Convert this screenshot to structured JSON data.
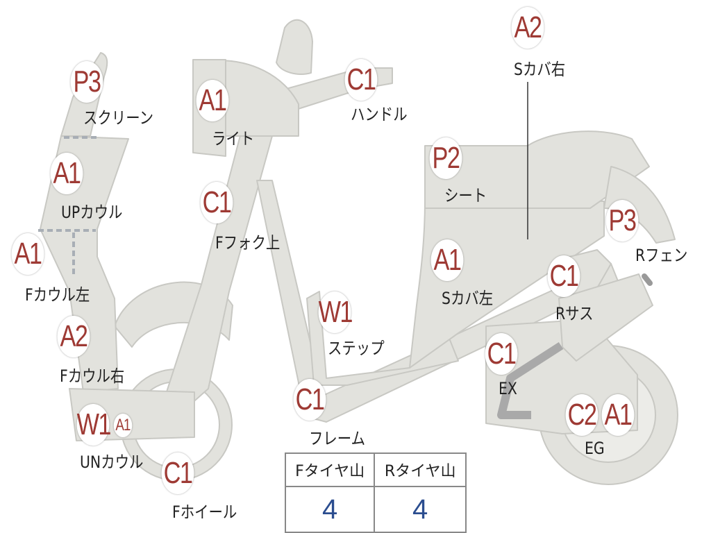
{
  "colors": {
    "body_fill": "#e2e2dd",
    "body_stroke": "#c8c8c3",
    "badge_text": "#9e3a34",
    "label_text": "#222222",
    "tire_value": "#2b4d8f",
    "exhaust": "#a9a9a9"
  },
  "parts": [
    {
      "key": "screen",
      "code": "P3",
      "label": "スクリーン"
    },
    {
      "key": "up_cowl",
      "code": "A1",
      "label": "UPカウル"
    },
    {
      "key": "f_cowl_left",
      "code": "A1",
      "label": "Fカウル左"
    },
    {
      "key": "f_cowl_right",
      "code": "A2",
      "label": "Fカウル右"
    },
    {
      "key": "un_cowl",
      "code": "W1",
      "code2": "A1",
      "label": "UNカウル"
    },
    {
      "key": "light",
      "code": "A1",
      "label": "ライト"
    },
    {
      "key": "f_fork",
      "code": "C1",
      "label": "Fフォク上"
    },
    {
      "key": "handle",
      "code": "C1",
      "label": "ハンドル"
    },
    {
      "key": "s_cover_right",
      "code": "A2",
      "label": "Sカバ右"
    },
    {
      "key": "seat",
      "code": "P2",
      "label": "シート"
    },
    {
      "key": "r_fender",
      "code": "P3",
      "label": "Rフェン"
    },
    {
      "key": "s_cover_left",
      "code": "A1",
      "label": "Sカバ左"
    },
    {
      "key": "r_sus",
      "code": "C1",
      "label": "Rサス"
    },
    {
      "key": "step",
      "code": "W1",
      "label": "ステップ"
    },
    {
      "key": "ex",
      "code": "C1",
      "label": "EX"
    },
    {
      "key": "eg",
      "code": "C2",
      "code2": "A1",
      "label": "EG"
    },
    {
      "key": "frame",
      "code": "C1",
      "label": "フレーム"
    },
    {
      "key": "f_wheel",
      "code": "C1",
      "label": "Fホイール"
    }
  ],
  "tires": {
    "front_label": "Fタイヤ山",
    "rear_label": "Rタイヤ山",
    "front_value": "4",
    "rear_value": "4"
  }
}
